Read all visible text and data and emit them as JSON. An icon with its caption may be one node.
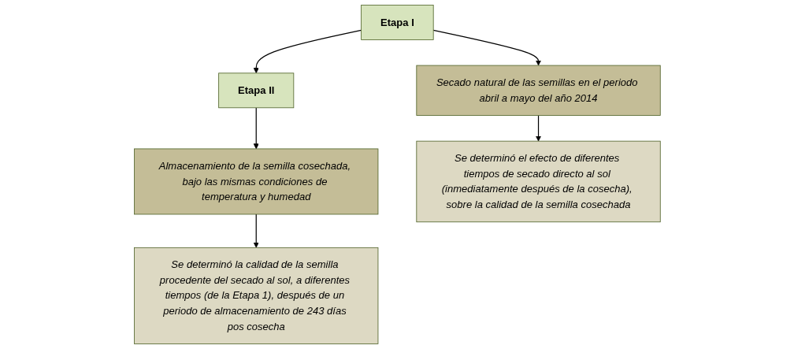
{
  "diagram": {
    "nodes": [
      {
        "text": [
          "Etapa I"
        ]
      },
      {
        "text": [
          "Etapa II"
        ]
      },
      {
        "text": [
          "Secado natural de las semillas en el periodo abril a mayo del año 2014"
        ]
      },
      {
        "text": [
          "Almacenamiento de la semilla cosechada, bajo las mismas condiciones de temperatura y humedad"
        ]
      },
      {
        "text": [
          "Se determinó el efecto de diferentes tiempos de secado directo al sol (inmediatamente después de la cosecha), sobre la calidad de la semilla cosechada"
        ]
      },
      {
        "text": [
          "Se determinó la calidad de la semilla procedente del secado al sol, a diferentes tiempos (de la Etapa 1), después de un periodo de almacenamiento de 243 días pos cosecha"
        ]
      }
    ],
    "edges": [
      {
        "from": 0,
        "to": 1,
        "arrow": "to"
      },
      {
        "from": 0,
        "to": 2,
        "arrow": "to"
      },
      {
        "from": 1,
        "to": 3,
        "arrow": "to"
      },
      {
        "from": 2,
        "to": 4,
        "arrow": "to"
      },
      {
        "from": 3,
        "to": 5,
        "arrow": "to"
      }
    ]
  }
}
